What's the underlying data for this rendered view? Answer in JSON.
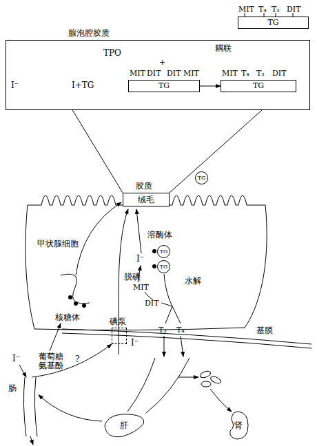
{
  "diagram": {
    "nodes": [
      {
        "text": [
          "TG"
        ]
      },
      {
        "text": [
          "腺泡腔胶质"
        ]
      },
      {
        "text": [
          "TG"
        ],
        "in": 1
      },
      {
        "text": [
          "TG"
        ],
        "in": 1
      },
      {
        "text": [
          "甲状腺细胞"
        ]
      },
      {
        "text": [
          "胶质",
          "绒毛"
        ],
        "in": 4
      },
      {
        "text": [
          "TG"
        ]
      },
      {
        "text": [
          "TG"
        ],
        "in": 4
      },
      {
        "text": [
          "TG"
        ],
        "in": 4
      },
      {
        "text": [
          "碘泵"
        ]
      },
      {
        "text": [
          "肠"
        ]
      },
      {
        "text": [
          "肝"
        ]
      },
      {
        "text": [
          "肾"
        ]
      }
    ],
    "edges": [
      {
        "from": 1,
        "to": 5,
        "arrow": "none"
      },
      {
        "from": 2,
        "to": 3,
        "arrow": "to"
      },
      {
        "from": 10,
        "to": 9,
        "arrow": "to",
        "label": "?"
      },
      {
        "from": 11,
        "to": 10,
        "arrow": "to"
      }
    ],
    "labels": [
      "MIT",
      "T₄",
      "T₃",
      "DIT",
      "TPO",
      "+",
      "耦联",
      "I⁻",
      "I+TG",
      "MIT",
      "DIT",
      "DIT",
      "MIT",
      "MIT",
      "T₄",
      "T₃",
      "DIT",
      "溶酶体",
      "I⁻",
      "脱碘",
      "MIT",
      "DIT",
      "水解",
      "核糖体",
      "T₃",
      "T₄",
      "基膜",
      "I⁻",
      "葡萄糖 氨基酚",
      "I⁻"
    ]
  }
}
